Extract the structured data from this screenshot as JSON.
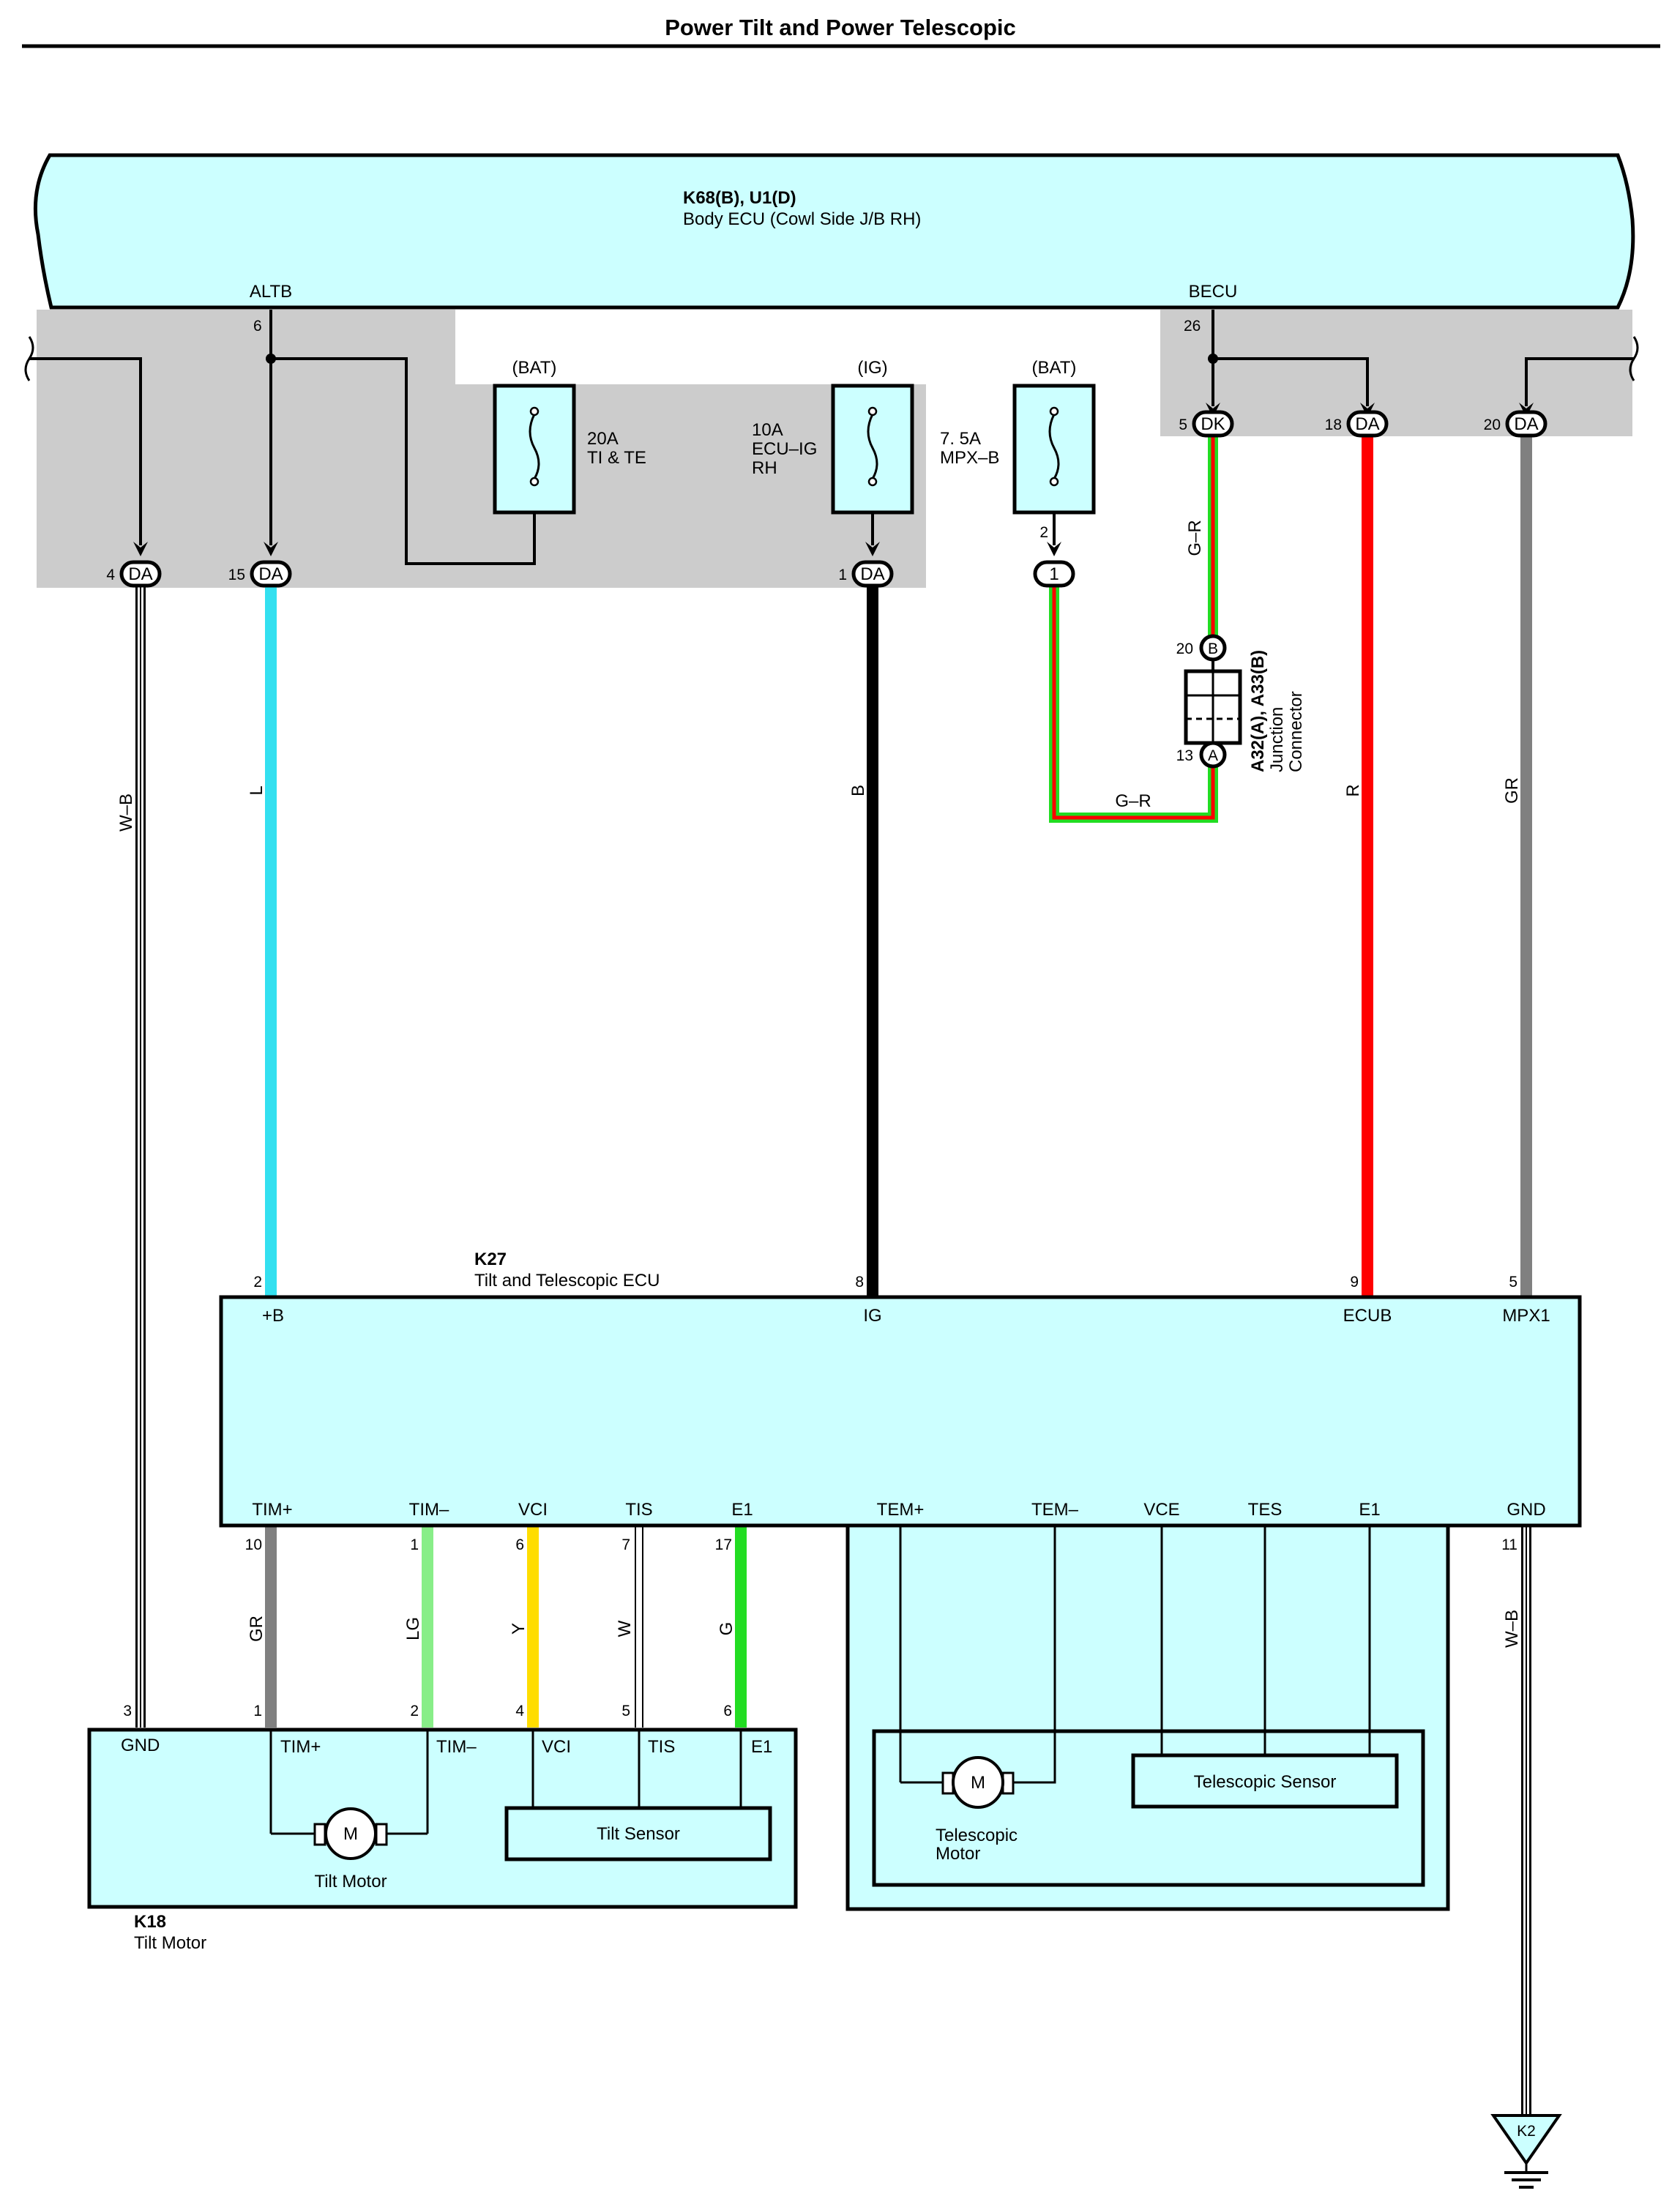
{
  "title": "Power Tilt and Power Telescopic",
  "body_ecu": {
    "code": "K68(B), U1(D)",
    "name": "Body ECU (Cowl Side J/B RH)",
    "term_altb": "ALTB",
    "term_becu": "BECU",
    "pin_altb": "6",
    "pin_becu": "26"
  },
  "fuses": {
    "f1": {
      "source": "(BAT)",
      "rating": "20A",
      "name": "TI & TE"
    },
    "f2": {
      "source": "(IG)",
      "rating": "10A",
      "name1": "ECU–IG",
      "name2": "RH"
    },
    "f3": {
      "source": "(BAT)",
      "rating": "7. 5A",
      "name": "MPX–B"
    }
  },
  "connectors": {
    "da4": {
      "pin": "4",
      "tag": "DA"
    },
    "da15": {
      "pin": "15",
      "tag": "DA"
    },
    "da1": {
      "pin": "1",
      "tag": "DA"
    },
    "c1": {
      "pin": "2",
      "tag": "1"
    },
    "dk5": {
      "pin": "5",
      "tag": "DK"
    },
    "da18": {
      "pin": "18",
      "tag": "DA"
    },
    "da20": {
      "pin": "20",
      "tag": "DA"
    }
  },
  "junction": {
    "code": "A32(A), A33(B)",
    "name1": "Junction",
    "name2": "Connector",
    "pin_b": "20",
    "tag_b": "B",
    "pin_a": "13",
    "tag_a": "A"
  },
  "wires": {
    "wb_left": "W–B",
    "l": "L",
    "b": "B",
    "gr_j": "G–R",
    "gr_h": "G–R",
    "r": "R",
    "gr": "GR",
    "gr_tim": "GR",
    "lg": "LG",
    "y": "Y",
    "w": "W",
    "g": "G",
    "wb_right": "W–B"
  },
  "ecu_k27": {
    "code": "K27",
    "name": "Tilt and Telescopic ECU",
    "top_terms": [
      {
        "label": "+B",
        "pin": "2"
      },
      {
        "label": "IG",
        "pin": "8"
      },
      {
        "label": "ECUB",
        "pin": "9"
      },
      {
        "label": "MPX1",
        "pin": "5"
      }
    ],
    "bottom_terms": [
      {
        "label": "TIM+",
        "pin": "10"
      },
      {
        "label": "TIM–",
        "pin": "1"
      },
      {
        "label": "VCI",
        "pin": "6"
      },
      {
        "label": "TIS",
        "pin": "7"
      },
      {
        "label": "E1",
        "pin": "17"
      },
      {
        "label": "TEM+"
      },
      {
        "label": "TEM–"
      },
      {
        "label": "VCE"
      },
      {
        "label": "TES"
      },
      {
        "label": "E1"
      },
      {
        "label": "GND",
        "pin": "11"
      }
    ]
  },
  "tilt_k18": {
    "code": "K18",
    "name": "Tilt Motor",
    "terms": [
      {
        "label": "GND",
        "pin": "3"
      },
      {
        "label": "TIM+",
        "pin": "1"
      },
      {
        "label": "TIM–",
        "pin": "2"
      },
      {
        "label": "VCI",
        "pin": "4"
      },
      {
        "label": "TIS",
        "pin": "5"
      },
      {
        "label": "E1",
        "pin": "6"
      }
    ],
    "motor_symbol": "M",
    "motor_label": "Tilt Motor",
    "sensor_label": "Tilt Sensor"
  },
  "telescopic": {
    "motor_symbol": "M",
    "motor_label1": "Telescopic",
    "motor_label2": "Motor",
    "sensor_label": "Telescopic Sensor"
  },
  "ground": {
    "code": "K2"
  },
  "colors": {
    "module_fill": "#ccffff",
    "junction_gray": "#cccccc",
    "wire_l": "#33e0f0",
    "wire_b": "#000000",
    "wire_r": "#ff0000",
    "wire_gr": "#808080",
    "wire_g": "#22dd22",
    "wire_lg": "#88ee88",
    "wire_y": "#ffdd00"
  }
}
